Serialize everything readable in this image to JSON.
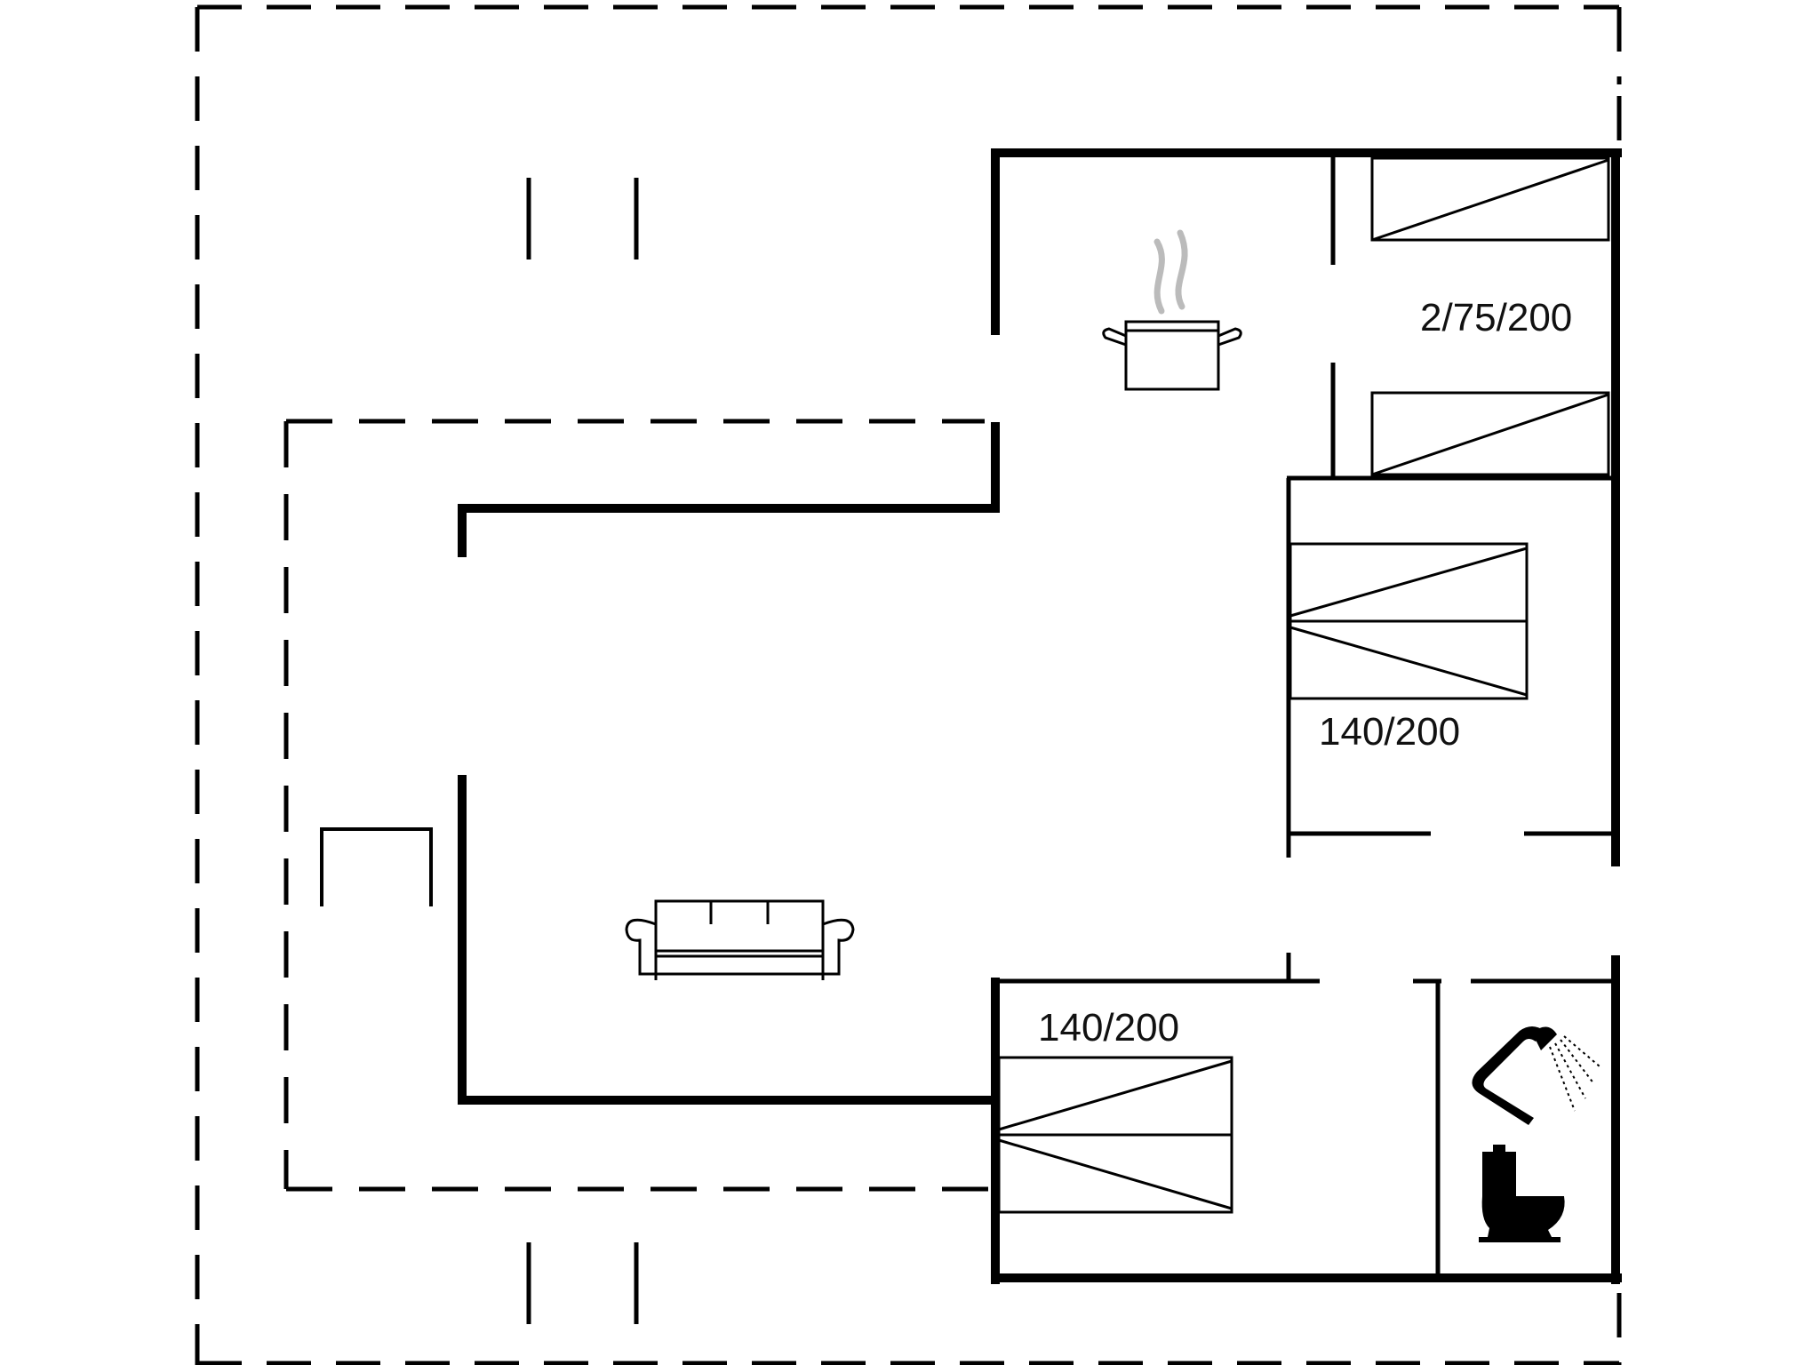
{
  "plan": {
    "bed_labels": {
      "bunk": "2/75/200",
      "double_east": "140/200",
      "double_south": "140/200"
    }
  },
  "icons": [
    "cooking-pot-icon",
    "sofa-icon",
    "shower-icon",
    "toilet-icon",
    "bed-icon"
  ]
}
